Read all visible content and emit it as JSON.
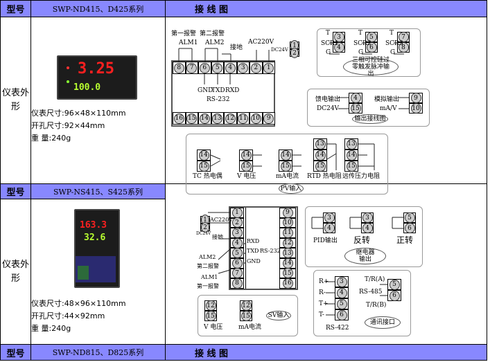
{
  "header_label_model": "型号",
  "header_label_wiring": "接 线 图",
  "colors": {
    "header_bg": "#8888ff",
    "led_red": "#ff2020",
    "led_green": "#b8ff30"
  },
  "products": [
    {
      "series": "SWP-ND415、D425系列",
      "appearance_label": "仪表外形",
      "size": "仪表尺寸:96×48×110mm",
      "cutout": "开孔尺寸:92×44mm",
      "weight": "重 量:240g",
      "display_pv": "3.25",
      "display_sv": "100.0"
    },
    {
      "series": "SWP-NS415、S425系列",
      "appearance_label": "仪表外形",
      "size": "仪表尺寸:48×96×110mm",
      "cutout": "开孔尺寸:44×92mm",
      "weight": "重 量:240g",
      "display_pv": "163.3",
      "display_sv": "32.6"
    },
    {
      "series": "SWP-ND815、D825系列"
    }
  ],
  "diagram1": {
    "alarm1": "第一报警",
    "alm1": "ALM1",
    "alarm2": "第二报警",
    "alm2": "ALM2",
    "ground": "接地",
    "ac": "AC220V",
    "dc": "DC24V",
    "top_terms": [
      "8",
      "7",
      "6",
      "5",
      "4",
      "3",
      "2",
      "1"
    ],
    "bottom_terms": [
      "16",
      "15",
      "14",
      "13",
      "12",
      "11",
      "10",
      "9"
    ],
    "dc_terms": [
      "1",
      "2"
    ],
    "gnd": "GND",
    "txd": "TXD",
    "rxd": "RXD",
    "rs232": "RS-232",
    "scr": {
      "groups": [
        {
          "label": "SCR1",
          "terms": [
            "3",
            "4"
          ]
        },
        {
          "label": "SCR2",
          "terms": [
            "5",
            "6"
          ]
        },
        {
          "label": "SCR3",
          "terms": [
            "7",
            "8"
          ]
        }
      ],
      "t": "T",
      "g": "G",
      "caption": "三相可控硅过零触发脉冲输出"
    },
    "output": {
      "feed": "馈电输出",
      "feed_v": "DC24V",
      "feed_terms": [
        "4",
        "15"
      ],
      "analog": "模拟输出",
      "analog_unit": "mA/V",
      "analog_terms": [
        "9",
        "10"
      ],
      "caption": "输出接线图"
    },
    "pv": {
      "tc": "TC 热电偶",
      "v": "V 电压",
      "ma": "mA电流",
      "rtd": "RTD 热电阻",
      "remote": "远传压力电阻",
      "two_terms": [
        "14",
        "15"
      ],
      "three_terms": [
        "13",
        "14",
        "15"
      ],
      "caption": "PV输入"
    }
  },
  "diagram2": {
    "left_terms": [
      "1",
      "2",
      "3",
      "4",
      "5",
      "6",
      "7",
      "8"
    ],
    "right_terms": [
      "9",
      "10",
      "11",
      "12",
      "13",
      "14",
      "15",
      "16"
    ],
    "dc_terms": [
      "1",
      "2"
    ],
    "dc": "DC24V",
    "ac": "AC220V",
    "ground": "接地",
    "rxd": "RXD",
    "txd": "TXD",
    "gnd": "GND",
    "rs232": "RS-232",
    "alm2": "ALM2",
    "alarm2": "第二报警",
    "alm1": "ALM1",
    "alarm1": "第一报警",
    "sv": {
      "terms": [
        "12",
        "15"
      ],
      "v": "V 电压",
      "ma": "mA电流",
      "caption": "SV输入"
    },
    "relay": {
      "pid": "PID输出",
      "reverse": "反转",
      "forward": "正转",
      "terms_a": [
        "3",
        "4"
      ],
      "terms_b": [
        "5",
        "6"
      ],
      "caption": "继电器输出"
    },
    "comm": {
      "rs422_terms": [
        "3",
        "4",
        "5",
        "6"
      ],
      "rs422_labels": [
        "R+",
        "R-",
        "T+",
        "T-"
      ],
      "rs422": "RS-422",
      "rs485_terms": [
        "5",
        "6"
      ],
      "tra": "T/R(A)",
      "rs485": "RS-485",
      "trb": "T/R(B)",
      "caption": "通讯接口"
    }
  }
}
